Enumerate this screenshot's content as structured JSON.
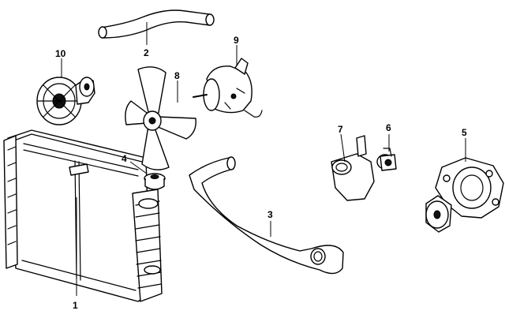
{
  "diagram": {
    "callouts": [
      {
        "id": "1",
        "part": "radiator"
      },
      {
        "id": "2",
        "part": "upper-hose"
      },
      {
        "id": "3",
        "part": "lower-hose"
      },
      {
        "id": "4",
        "part": "radiator-cap"
      },
      {
        "id": "5",
        "part": "water-pump"
      },
      {
        "id": "6",
        "part": "thermostat"
      },
      {
        "id": "7",
        "part": "thermostat-housing"
      },
      {
        "id": "8",
        "part": "fan-blade"
      },
      {
        "id": "9",
        "part": "fan-motor"
      },
      {
        "id": "10",
        "part": "fan-clutch"
      }
    ]
  }
}
